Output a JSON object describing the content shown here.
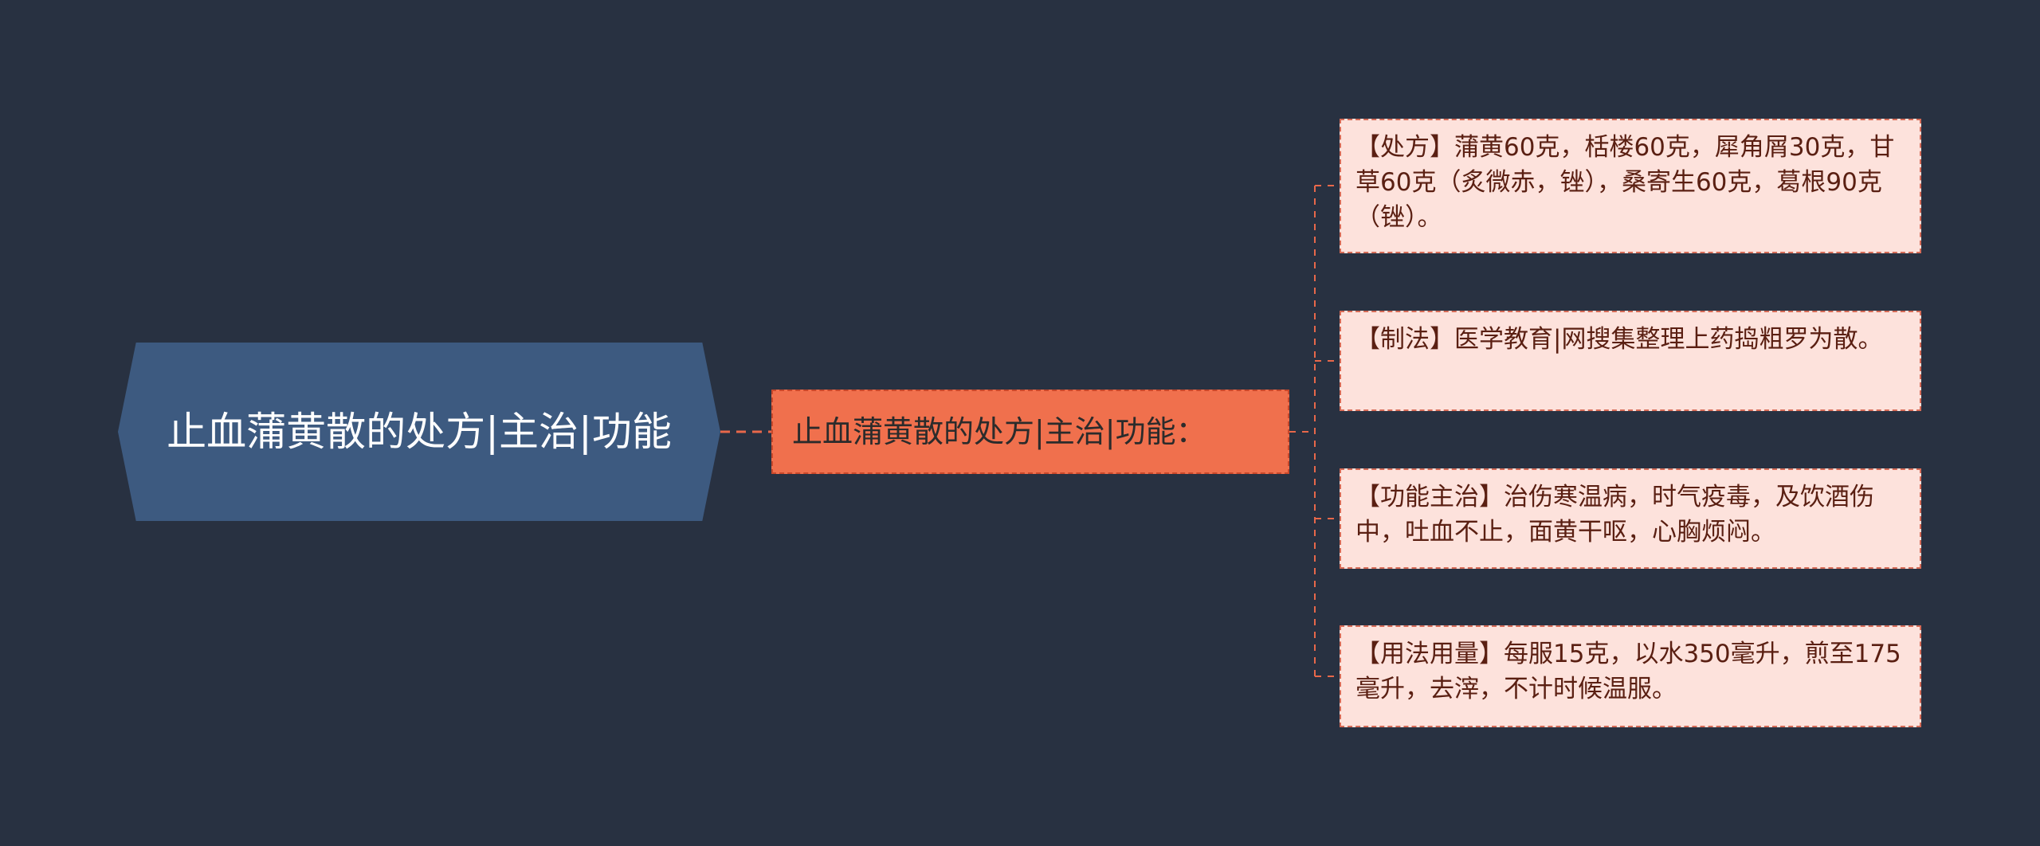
{
  "root": {
    "label": "止血蒲黄散的处方|主治|功能"
  },
  "branch": {
    "label": "止血蒲黄散的处方|主治|功能："
  },
  "leaves": [
    {
      "text": "【处方】蒲黄60克，栝楼60克，犀角屑30克，甘草60克（炙微赤，锉），桑寄生60克，葛根90克（锉）。"
    },
    {
      "text": "【制法】医学教育|网搜集整理上药捣粗罗为散。"
    },
    {
      "text": "【功能主治】治伤寒温病，时气疫毒，及饮酒伤中，吐血不止，面黄干呕，心胸烦闷。"
    },
    {
      "text": "【用法用量】每服15克，以水350毫升，煎至175毫升，去滓，不计时候温服。"
    }
  ],
  "colors": {
    "background": "#283141",
    "root_fill": "#3d5a80",
    "branch_fill": "#f0704d",
    "leaf_fill": "#fde2dc",
    "connector": "#e8684a"
  }
}
